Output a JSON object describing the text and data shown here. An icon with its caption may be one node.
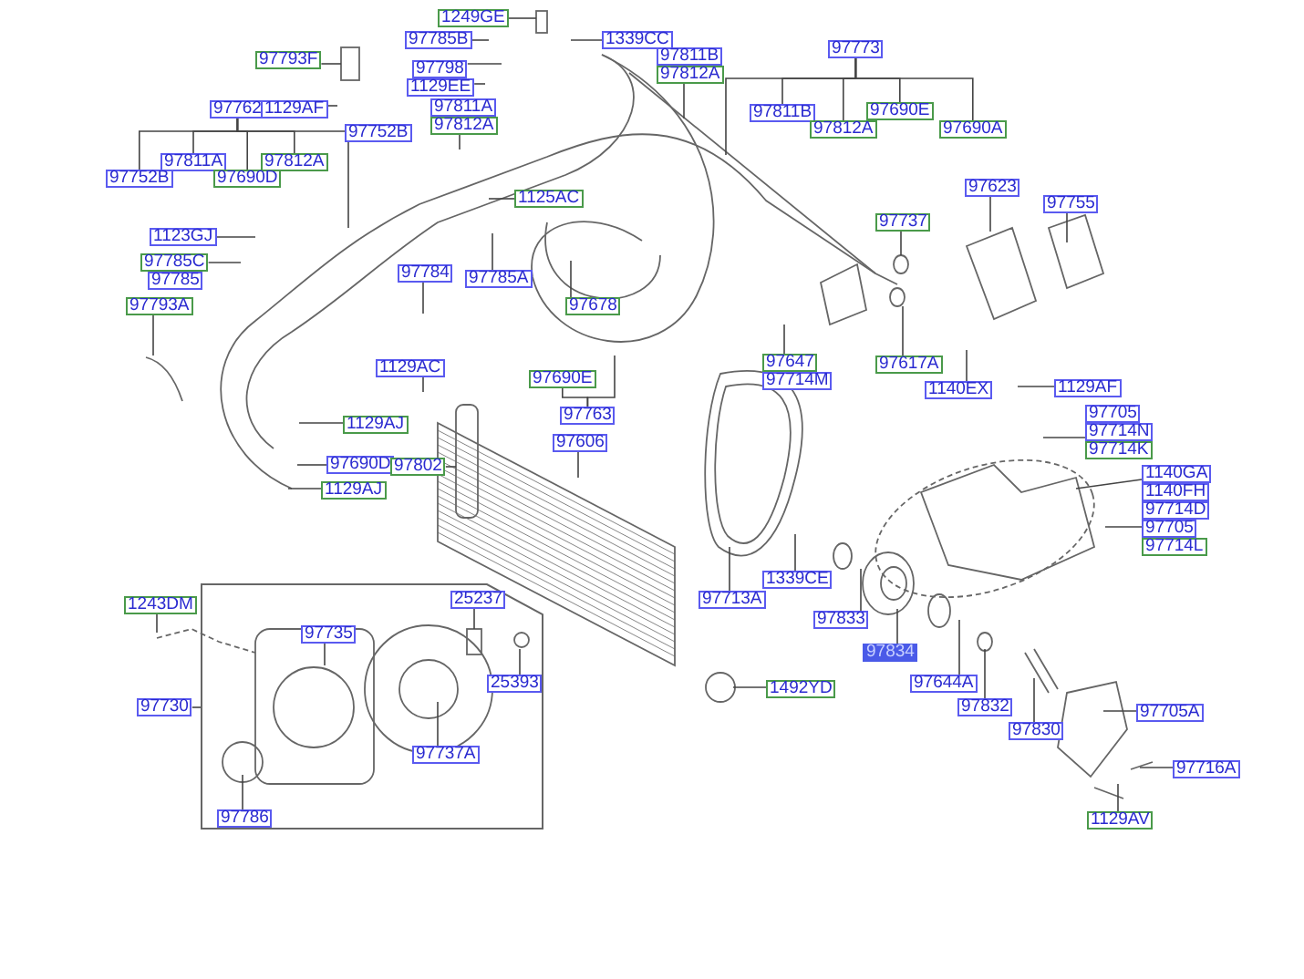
{
  "diagram": {
    "nodes": [
      {
        "text": [
          "1249GE"
        ]
      },
      {
        "text": [
          "97785B"
        ]
      },
      {
        "text": [
          "97793F"
        ]
      },
      {
        "text": [
          "97798"
        ]
      },
      {
        "text": [
          "1129EE"
        ]
      },
      {
        "text": [
          "97811A"
        ]
      },
      {
        "text": [
          "97812A"
        ]
      },
      {
        "text": [
          "97762"
        ]
      },
      {
        "text": [
          "1129AF"
        ]
      },
      {
        "text": [
          "97752B"
        ]
      },
      {
        "text": [
          "97811A"
        ]
      },
      {
        "text": [
          "97812A"
        ]
      },
      {
        "text": [
          "97752B"
        ]
      },
      {
        "text": [
          "97690D"
        ]
      },
      {
        "text": [
          "1125AC"
        ]
      },
      {
        "text": [
          "1123GJ"
        ]
      },
      {
        "text": [
          "97785C"
        ]
      },
      {
        "text": [
          "97785"
        ]
      },
      {
        "text": [
          "97793A"
        ]
      },
      {
        "text": [
          "97784"
        ]
      },
      {
        "text": [
          "97785A"
        ]
      },
      {
        "text": [
          "97678"
        ]
      },
      {
        "text": [
          "1339CC"
        ]
      },
      {
        "text": [
          "97811B"
        ]
      },
      {
        "text": [
          "97812A"
        ]
      },
      {
        "text": [
          "97773"
        ]
      },
      {
        "text": [
          "97811B"
        ]
      },
      {
        "text": [
          "97812A"
        ]
      },
      {
        "text": [
          "97690E"
        ]
      },
      {
        "text": [
          "97690A"
        ]
      },
      {
        "text": [
          "97623"
        ]
      },
      {
        "text": [
          "97755"
        ]
      },
      {
        "text": [
          "97737"
        ]
      },
      {
        "text": [
          "97647"
        ]
      },
      {
        "text": [
          "97714M"
        ]
      },
      {
        "text": [
          "97617A"
        ]
      },
      {
        "text": [
          "1140EX"
        ]
      },
      {
        "text": [
          "1129AF"
        ]
      },
      {
        "text": [
          "97705"
        ]
      },
      {
        "text": [
          "97714N"
        ]
      },
      {
        "text": [
          "97714K"
        ]
      },
      {
        "text": [
          "1140GA"
        ]
      },
      {
        "text": [
          "1140FH"
        ]
      },
      {
        "text": [
          "97714D"
        ]
      },
      {
        "text": [
          "97705"
        ]
      },
      {
        "text": [
          "97714L"
        ]
      },
      {
        "text": [
          "1339CE"
        ]
      },
      {
        "text": [
          "97713A"
        ]
      },
      {
        "text": [
          "97833"
        ]
      },
      {
        "text": [
          "97834"
        ]
      },
      {
        "text": [
          "1492YD"
        ]
      },
      {
        "text": [
          "97644A"
        ]
      },
      {
        "text": [
          "97832"
        ]
      },
      {
        "text": [
          "97830"
        ]
      },
      {
        "text": [
          "97705A"
        ]
      },
      {
        "text": [
          "97716A"
        ]
      },
      {
        "text": [
          "1129AV"
        ]
      },
      {
        "text": [
          "1129AC"
        ]
      },
      {
        "text": [
          "97690E"
        ]
      },
      {
        "text": [
          "97763"
        ]
      },
      {
        "text": [
          "97606"
        ]
      },
      {
        "text": [
          "1129AJ"
        ]
      },
      {
        "text": [
          "97690D"
        ]
      },
      {
        "text": [
          "97802"
        ]
      },
      {
        "text": [
          "1129AJ"
        ]
      },
      {
        "text": [
          "1243DM"
        ]
      },
      {
        "text": [],
        "shape": "box"
      },
      {
        "text": [
          "97730"
        ]
      },
      {
        "text": [
          "97735"
        ],
        "in": 66
      },
      {
        "text": [
          "25237"
        ],
        "in": 66
      },
      {
        "text": [
          "25393"
        ],
        "in": 66
      },
      {
        "text": [
          "97737A"
        ],
        "in": 66
      },
      {
        "text": [
          "97786"
        ],
        "in": 66
      }
    ],
    "edges": [
      {
        "from": 0,
        "to": null,
        "arrow": "none"
      },
      {
        "from": 1,
        "to": null,
        "arrow": "none"
      },
      {
        "from": 2,
        "to": null,
        "arrow": "none"
      },
      {
        "from": 3,
        "to": null,
        "arrow": "none"
      },
      {
        "from": 4,
        "to": null,
        "arrow": "none"
      },
      {
        "from": 6,
        "to": null,
        "arrow": "none"
      },
      {
        "from": 8,
        "to": null,
        "arrow": "none"
      },
      {
        "from": 7,
        "to": 9,
        "arrow": "none"
      },
      {
        "from": 7,
        "to": 10,
        "arrow": "none"
      },
      {
        "from": 7,
        "to": 11,
        "arrow": "none"
      },
      {
        "from": 7,
        "to": 12,
        "arrow": "none"
      },
      {
        "from": 7,
        "to": 13,
        "arrow": "none"
      },
      {
        "from": 9,
        "to": null,
        "arrow": "none"
      },
      {
        "from": 14,
        "to": null,
        "arrow": "none"
      },
      {
        "from": 15,
        "to": null,
        "arrow": "none"
      },
      {
        "from": 16,
        "to": null,
        "arrow": "none"
      },
      {
        "from": 18,
        "to": null,
        "arrow": "none"
      },
      {
        "from": 19,
        "to": null,
        "arrow": "none"
      },
      {
        "from": 20,
        "to": null,
        "arrow": "none"
      },
      {
        "from": 21,
        "to": null,
        "arrow": "none"
      },
      {
        "from": 22,
        "to": null,
        "arrow": "none"
      },
      {
        "from": 24,
        "to": null,
        "arrow": "none"
      },
      {
        "from": 25,
        "to": 26,
        "arrow": "none"
      },
      {
        "from": 25,
        "to": 27,
        "arrow": "none"
      },
      {
        "from": 25,
        "to": 28,
        "arrow": "none"
      },
      {
        "from": 25,
        "to": 29,
        "arrow": "none"
      },
      {
        "from": 25,
        "to": null,
        "arrow": "none"
      },
      {
        "from": 30,
        "to": null,
        "arrow": "none"
      },
      {
        "from": 31,
        "to": null,
        "arrow": "none"
      },
      {
        "from": 32,
        "to": null,
        "arrow": "none"
      },
      {
        "from": 33,
        "to": null,
        "arrow": "none"
      },
      {
        "from": 35,
        "to": null,
        "arrow": "none"
      },
      {
        "from": 36,
        "to": null,
        "arrow": "none"
      },
      {
        "from": 37,
        "to": null,
        "arrow": "none"
      },
      {
        "from": 39,
        "to": null,
        "arrow": "none"
      },
      {
        "from": 41,
        "to": null,
        "arrow": "none"
      },
      {
        "from": 44,
        "to": null,
        "arrow": "none"
      },
      {
        "from": 46,
        "to": null,
        "arrow": "none"
      },
      {
        "from": 47,
        "to": null,
        "arrow": "none"
      },
      {
        "from": 48,
        "to": null,
        "arrow": "none"
      },
      {
        "from": 49,
        "to": null,
        "arrow": "none"
      },
      {
        "from": 50,
        "to": null,
        "arrow": "none"
      },
      {
        "from": 51,
        "to": null,
        "arrow": "none"
      },
      {
        "from": 52,
        "to": null,
        "arrow": "none"
      },
      {
        "from": 53,
        "to": null,
        "arrow": "none"
      },
      {
        "from": 54,
        "to": null,
        "arrow": "none"
      },
      {
        "from": 55,
        "to": null,
        "arrow": "none"
      },
      {
        "from": 56,
        "to": null,
        "arrow": "none"
      },
      {
        "from": 57,
        "to": null,
        "arrow": "none"
      },
      {
        "from": 59,
        "to": 58,
        "arrow": "none"
      },
      {
        "from": 59,
        "to": null,
        "arrow": "none"
      },
      {
        "from": 60,
        "to": null,
        "arrow": "none"
      },
      {
        "from": 61,
        "to": null,
        "arrow": "none"
      },
      {
        "from": 62,
        "to": null,
        "arrow": "none"
      },
      {
        "from": 63,
        "to": null,
        "arrow": "none"
      },
      {
        "from": 64,
        "to": null,
        "arrow": "none"
      },
      {
        "from": 65,
        "to": null,
        "arrow": "none"
      },
      {
        "from": 67,
        "to": 66,
        "arrow": "none"
      },
      {
        "from": 68,
        "to": null,
        "arrow": "none"
      },
      {
        "from": 69,
        "to": null,
        "arrow": "none"
      },
      {
        "from": 70,
        "to": null,
        "arrow": "none"
      },
      {
        "from": 71,
        "to": null,
        "arrow": "none"
      },
      {
        "from": 72,
        "to": null,
        "arrow": "none"
      }
    ]
  }
}
